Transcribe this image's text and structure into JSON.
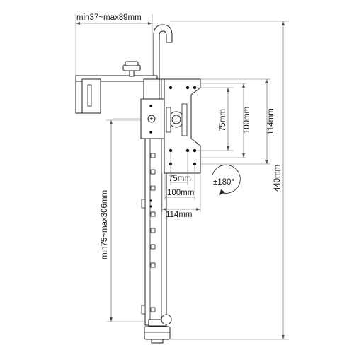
{
  "dimensions": {
    "clamp_range": "min37~max89mm",
    "height_range": "min75~max306mm",
    "total_height": "440mm",
    "vesa_h_75": "75mm",
    "vesa_h_100": "100mm",
    "vesa_h_114": "114mm",
    "vesa_v_75": "75mm",
    "vesa_v_100": "100mm",
    "vesa_v_114": "114mm",
    "rotation": "±180°"
  }
}
